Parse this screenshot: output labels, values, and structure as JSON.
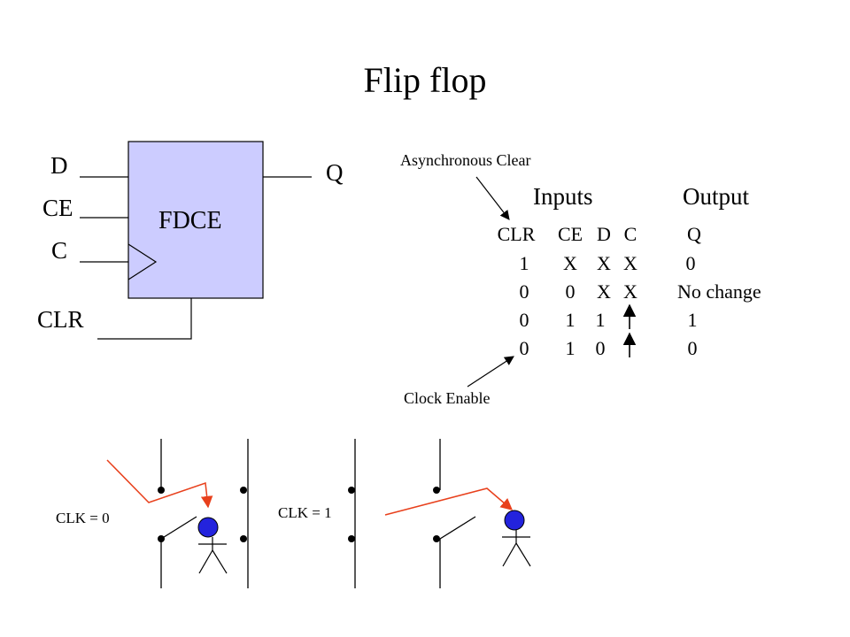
{
  "title": "Flip flop",
  "block": {
    "name": "FDCE",
    "pins": {
      "d": "D",
      "ce": "CE",
      "c": "C",
      "clr": "CLR",
      "q": "Q"
    },
    "fill": "#ccccff"
  },
  "truth_table": {
    "note_top": "Asynchronous Clear",
    "note_bottom": "Clock Enable",
    "group_headers": {
      "inputs": "Inputs",
      "output": "Output"
    },
    "columns": [
      "CLR",
      "CE",
      "D",
      "C",
      "Q"
    ],
    "rows": [
      [
        "1",
        "X",
        "X",
        "X",
        "0"
      ],
      [
        "0",
        "0",
        "X",
        "X",
        "No change"
      ],
      [
        "0",
        "1",
        "1",
        "rising-edge-arrow",
        "1"
      ],
      [
        "0",
        "1",
        "0",
        "rising-edge-arrow",
        "0"
      ]
    ]
  },
  "clock_demo": {
    "label_0": "CLK = 0",
    "label_1": "CLK = 1",
    "arrow_color": "#e8401c",
    "person_color": "#2323dd"
  }
}
